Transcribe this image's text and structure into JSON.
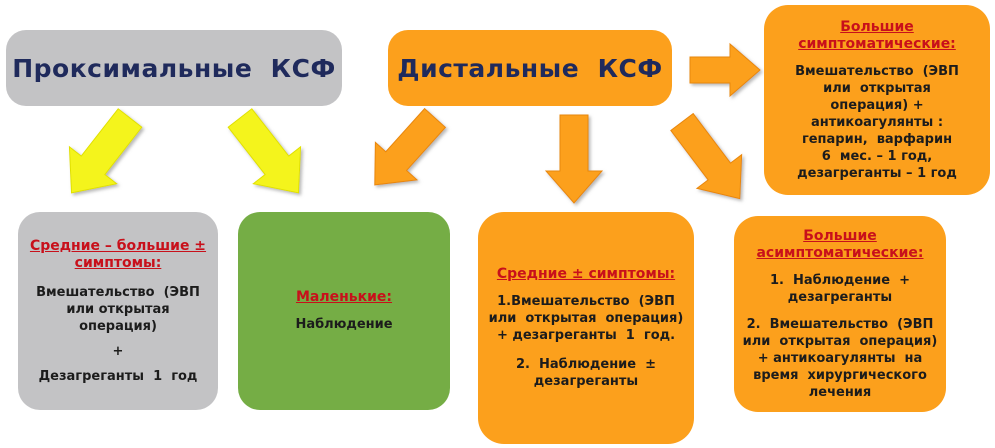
{
  "proximal": {
    "title": "Проксимальные  КСФ"
  },
  "distal": {
    "title": "Дистальные  КСФ"
  },
  "large_symptomatic": {
    "title_line1": "Большие",
    "title_line2": "симптоматические:",
    "lines": [
      "Вмешательство  (ЭВП",
      "или  открытая",
      "операция) +",
      "антикоагулянты :",
      "гепарин,  варфарин",
      "6  мес. – 1 год,",
      "дезагреганты – 1 год"
    ]
  },
  "medium_large": {
    "title_line1": "Средние – большие ±",
    "title_line2": "симптомы:",
    "lines": [
      "Вмешательство  (ЭВП",
      "или открытая",
      "операция)",
      "+",
      "Дезагреганты  1  год"
    ]
  },
  "small": {
    "title": "Маленькие:",
    "text": "Наблюдение"
  },
  "medium": {
    "title": "Средние ± симптомы:",
    "item1_lines": [
      "1.Вмешательство  (ЭВП",
      "или  открытая  операция)",
      "+ дезагреганты  1  год."
    ],
    "item2_lines": [
      "2.  Наблюдение  ±",
      "дезагреганты"
    ]
  },
  "large_asymptomatic": {
    "title_line1": "Большие",
    "title_line2": "асимптоматические:",
    "item1_lines": [
      "1.  Наблюдение  +",
      "дезагреганты"
    ],
    "item2_lines": [
      "2.  Вмешательство  (ЭВП",
      "или  открытая  операция)",
      "+ антикоагулянты  на",
      "время  хирургического",
      "лечения"
    ]
  },
  "colors": {
    "grey": "#c3c3c5",
    "orange": "#fca01c",
    "green": "#75ad45",
    "yellow_arrow": "#f4f41e",
    "red_title": "#c8101b",
    "navy_header": "#1f2a5c"
  }
}
